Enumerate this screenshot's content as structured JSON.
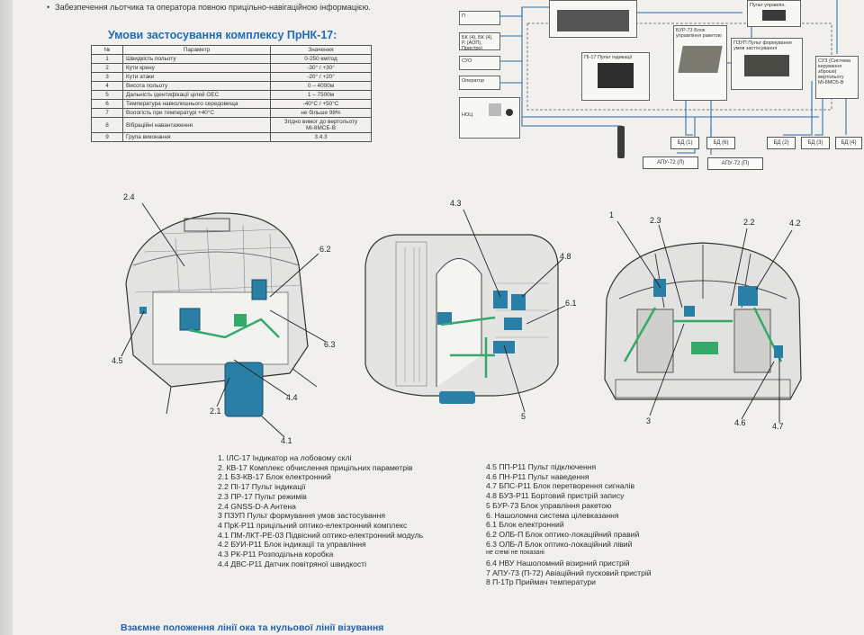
{
  "header": {
    "bullet": "Забезпечення льотчика та оператора повною прицільно-навігаційною інформацією."
  },
  "conditions": {
    "title": "Умови застосування комплексу ПрНК-17:",
    "columns": [
      "№",
      "Параметр",
      "Значення"
    ],
    "rows": [
      {
        "n": "1",
        "param": "Швидкість польоту",
        "value": "0-250 км/год"
      },
      {
        "n": "2",
        "param": "Кути крену",
        "value": "-30° / +30°"
      },
      {
        "n": "3",
        "param": "Кути атаки",
        "value": "-20° / +20°"
      },
      {
        "n": "4",
        "param": "Висота польоту",
        "value": "0 – 4000м"
      },
      {
        "n": "5",
        "param": "Дальність ідентифікації цілей ОЕС",
        "value": "1 – 7500м"
      },
      {
        "n": "6",
        "param": "Температура навколишнього середовища",
        "value": "-40°С / +50°С"
      },
      {
        "n": "7",
        "param": "Вологість при температурі +40°С",
        "value": "не більше 98%"
      },
      {
        "n": "8",
        "param": "Вібраційні навантаження",
        "value": "Згідно вимог до вертольоту Мі-8МСБ-В"
      },
      {
        "n": "9",
        "param": "Група виконання",
        "value": "3.4.3"
      }
    ]
  },
  "schematic": {
    "left_boxes": [
      "П",
      "БК (4), БК (4), Р. (АОП), Пристрої",
      "СУО",
      "Оператор",
      "НОЦ"
    ],
    "pi17": "ПІ-17 Пульт індикації",
    "bur73": "БУР-73 Блок управління ракетою",
    "pzup": "ПЗУП Пульт формування умов застосування",
    "suz": "СУЗ (Система керування зброєю) вертольоту Мі-8МСБ-В",
    "pult": "Пульт управлін.",
    "bd": [
      "БД (1)",
      "БД (6)",
      "БД (2)",
      "БД (3)",
      "БД (4)"
    ],
    "apu": [
      "АПУ-72 (Л)",
      "АПУ-72 (П)"
    ]
  },
  "callouts": {
    "c24": "2.4",
    "c62": "6.2",
    "c45": "4.5",
    "c63": "6.3",
    "c44": "4.4",
    "c21": "2.1",
    "c41": "4.1",
    "c43": "4.3",
    "c48": "4.8",
    "c61": "6.1",
    "c5": "5",
    "c1": "1",
    "c23": "2.3",
    "c22": "2.2",
    "c42": "4.2",
    "c3": "3",
    "c46": "4.6",
    "c47": "4.7"
  },
  "legend_left": [
    "1. ІЛС-17 Індикатор на лобовому склі",
    "2. КВ-17 Комплекс обчислення прицільних параметрів",
    "2.1 БЗ-КВ-17 Блок електронний",
    "2.2 ПІ-17 Пульт індикації",
    "2.3 ПР-17 Пульт режимів",
    "2.4 GNSS-D-A Антена",
    "3 ПЗУП Пульт формування умов застосування",
    "4 ПрК-Р11 прицільний оптико-електронний комплекс",
    "4.1 ПМ-ЛКТ-РЕ-03 Підвісний оптико-електронний модуль",
    "4.2 БУИ-Р11 Блок індикації та управління",
    "4.3 РК-Р11 Розподільна коробка",
    "4.4 ДВС-Р11 Датчик повітряної швидкості"
  ],
  "legend_right": [
    "4.5 ПП-Р11 Пульт підключення",
    "4.6 ПН-Р11 Пульт наведення",
    "4.7 БПС-Р11 Блок перетворення сигналів",
    "4.8 БУЗ-Р11 Бортовий пристрій запису",
    "5 БУР-73 Блок управління ракетою",
    "6. Нашоломна система цілевказання",
    "6.1 Блок електронний",
    "6.2 ОЛБ-П Блок оптико-локаційний правий",
    "6.3 ОЛБ-Л Блок оптико-локаційний лівий",
    "не сгемі не показані",
    "6.4 НВУ Нашоломний візирний пристрій",
    "7 АПУ-73 (П-72) Авіаційний пусковий пристрій",
    "8 П-1Тр Приймач температури"
  ],
  "bottom": {
    "title": "Взаємне положення лінії ока та нульової лінії візування"
  },
  "colors": {
    "accent": "#1f6bb4",
    "device": "#2a7fa6",
    "wire": "#35a86b"
  }
}
